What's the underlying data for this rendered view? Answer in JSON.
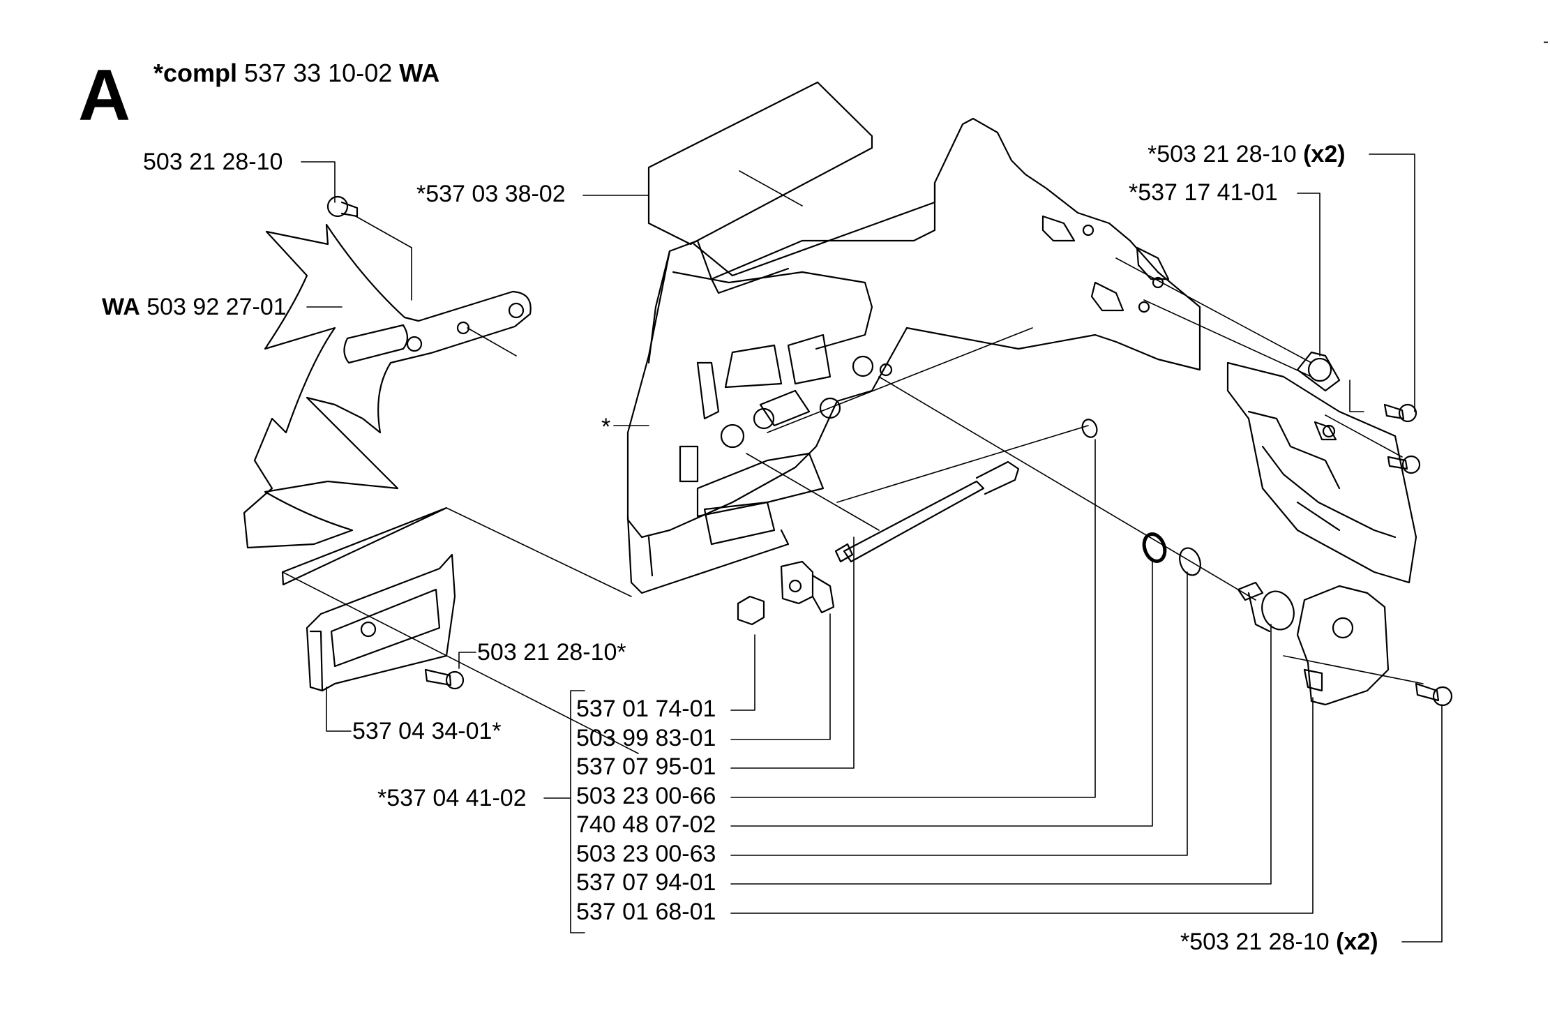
{
  "section": {
    "letter": "A",
    "prefix": "*compl",
    "number": "537 33 10-02",
    "suffix": "WA"
  },
  "labels": {
    "screw_top_left": "503 21 28-10",
    "decal": "*537 03 38-02",
    "spike_bumper": {
      "prefix": "WA",
      "number": "503 92 27-01"
    },
    "cover_asterisk": "*",
    "screw_right_top": {
      "number": "*503 21 28-10",
      "qty": "(x2)"
    },
    "guard_part": "*537 17 41-01",
    "screw_mid": "503 21 28-10*",
    "plate_part": "537 04 34-01*",
    "group_part": "*537 04 41-02",
    "screw_bottom_right": {
      "number": "*503 21 28-10",
      "qty": "(x2)"
    }
  },
  "parts_list": [
    "537 01 74-01",
    "503 99 83-01",
    "537 07 95-01",
    "503 23 00-66",
    "740 48 07-02",
    "503 23 00-63",
    "537 07 94-01",
    "537 01 68-01"
  ],
  "corner_mark": "-"
}
